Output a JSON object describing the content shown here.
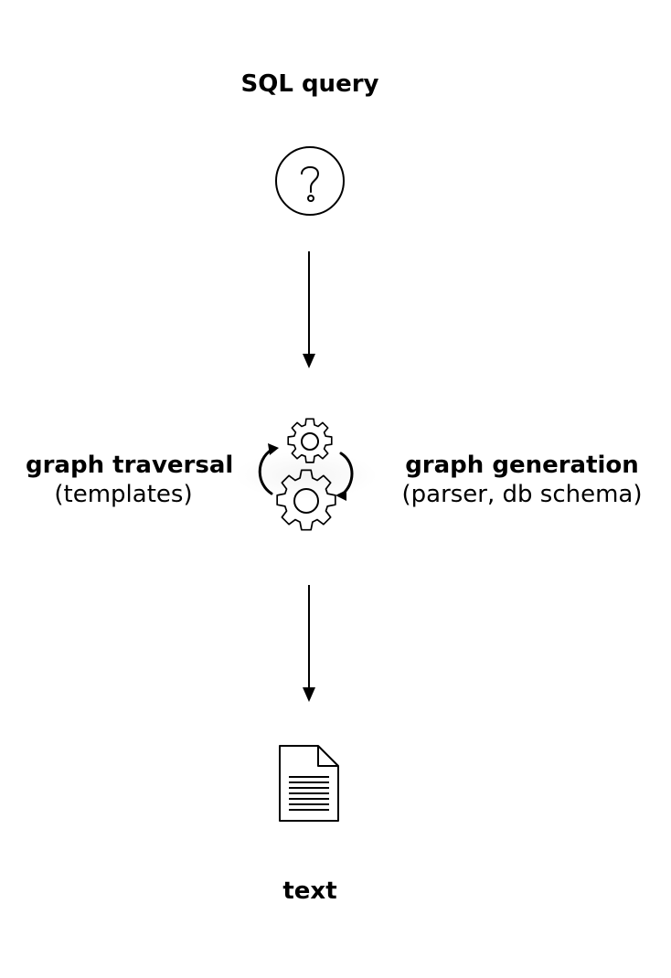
{
  "diagram": {
    "top_label": "SQL query",
    "left": {
      "title": "graph traversal",
      "subtitle": "(templates)"
    },
    "right": {
      "title": "graph generation",
      "subtitle": "(parser, db schema)"
    },
    "bottom_label": "text",
    "icons": {
      "top": "question-circle-icon",
      "middle": "gears-process-icon",
      "bottom": "document-icon"
    }
  }
}
